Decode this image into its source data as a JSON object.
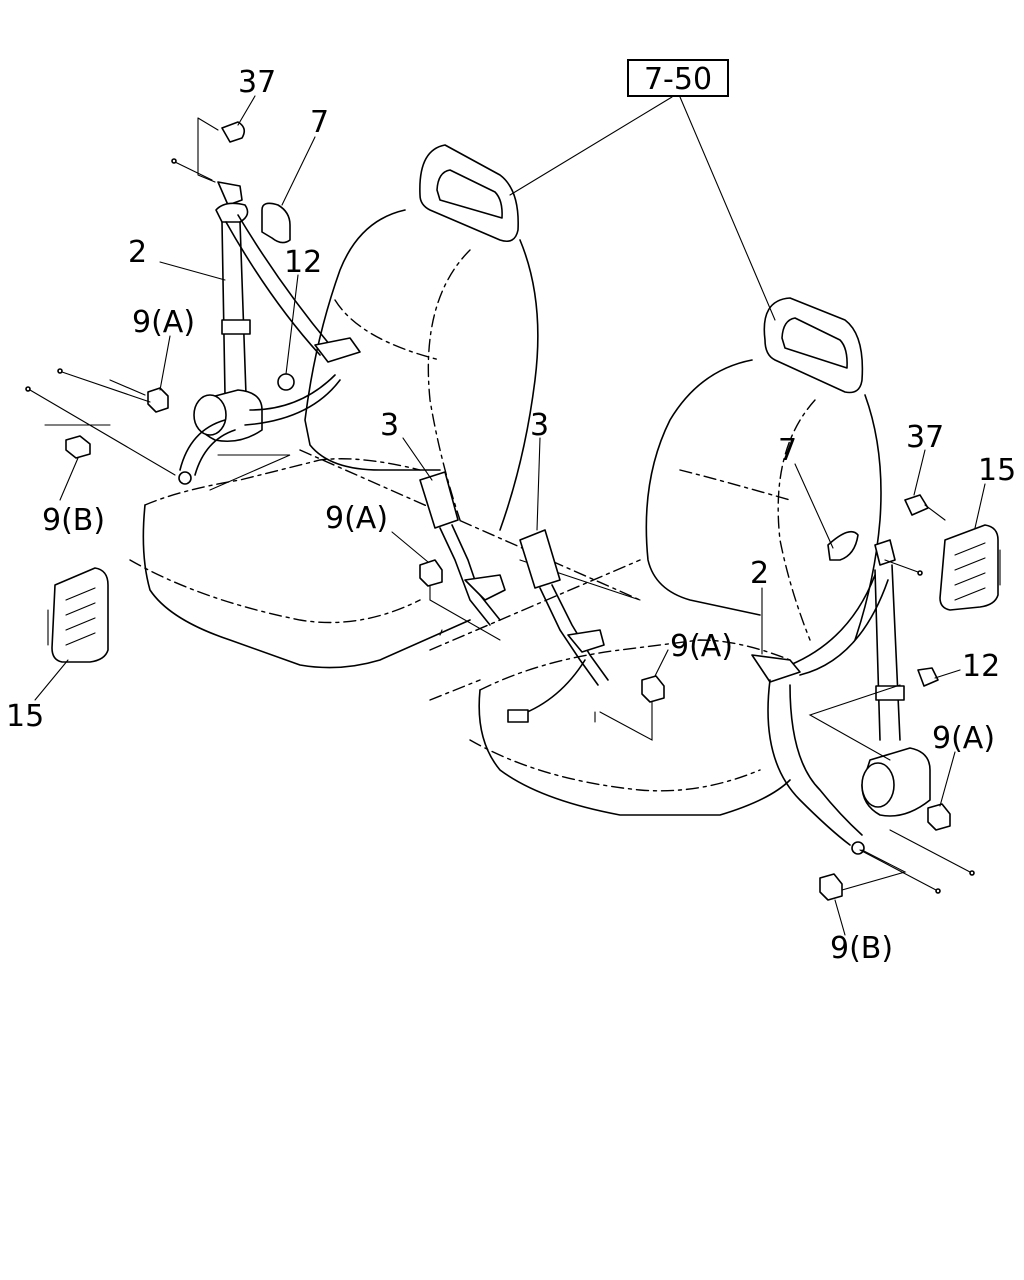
{
  "diagram": {
    "reference": "7-50",
    "labels": {
      "l_37": "37",
      "l_7": "7",
      "l_2": "2",
      "l_12": "12",
      "l_9a": "9(A)",
      "l_9b": "9(B)",
      "l_15": "15",
      "l_3a": "3",
      "l_3b": "3",
      "c_9a1": "9(A)",
      "c_9a2": "9(A)",
      "r_37": "37",
      "r_15": "15",
      "r_7": "7",
      "r_2": "2",
      "r_12": "12",
      "r_9a": "9(A)",
      "r_9b": "9(B)"
    }
  }
}
